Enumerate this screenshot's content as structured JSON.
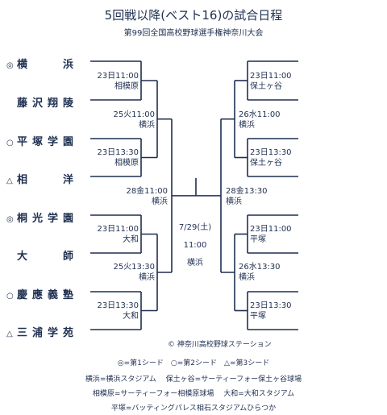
{
  "title": "5回戦以降(ベスト16)の試合日程",
  "subtitle": "第99回全国高校野球選手権神奈川大会",
  "teams": [
    {
      "seed": "◎",
      "name": "横浜"
    },
    {
      "seed": "",
      "name": "藤沢翔陵"
    },
    {
      "seed": "○",
      "name": "平塚学園"
    },
    {
      "seed": "△",
      "name": "相洋"
    },
    {
      "seed": "◎",
      "name": "桐光学園"
    },
    {
      "seed": "",
      "name": "大師"
    },
    {
      "seed": "○",
      "name": "慶應義塾"
    },
    {
      "seed": "△",
      "name": "三浦学苑"
    }
  ],
  "left_round5": [
    {
      "date": "23日11:00",
      "venue": "相模原"
    },
    {
      "date": "23日13:30",
      "venue": "相模原"
    },
    {
      "date": "23日11:00",
      "venue": "大和"
    },
    {
      "date": "23日13:30",
      "venue": "大和"
    }
  ],
  "left_qf": [
    {
      "date": "25火11:00",
      "venue": "横浜"
    },
    {
      "date": "25火13:30",
      "venue": "横浜"
    }
  ],
  "left_sf": {
    "date": "28金11:00",
    "venue": "横浜"
  },
  "right_round5": [
    {
      "date": "23日11:00",
      "venue": "保土ヶ谷"
    },
    {
      "date": "23日13:30",
      "venue": "保土ヶ谷"
    },
    {
      "date": "23日11:00",
      "venue": "平塚"
    },
    {
      "date": "23日13:30",
      "venue": "平塚"
    }
  ],
  "right_qf": [
    {
      "date": "26水11:00",
      "venue": "横浜"
    },
    {
      "date": "26水13:30",
      "venue": "横浜"
    }
  ],
  "right_sf": {
    "date": "28金13:30",
    "venue": "横浜"
  },
  "final": {
    "date": "7/29(土)",
    "time": "11:00",
    "venue": "横浜"
  },
  "credit": "© 神奈川高校野球ステーション",
  "legend": {
    "seeds": "◎=第1シード　○=第2シード　△=第3シード",
    "venues_1": "横浜=横浜スタジアム　 保土ヶ谷=サーティーフォー保土ヶ谷球場",
    "venues_2": "相模原=サーティーフォー相模原球場　 大和=大和スタジアム",
    "venues_3": "平塚=バッティングパレス相石スタジアムひらつか"
  },
  "colors": {
    "line": "#1e2f50",
    "text": "#1e2f50"
  }
}
